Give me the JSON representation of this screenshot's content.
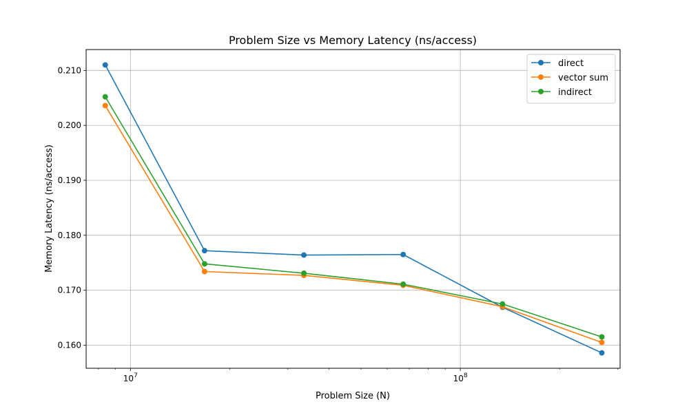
{
  "chart_data": {
    "type": "line",
    "title": "Problem Size vs Memory Latency (ns/access)",
    "xlabel": "Problem Size (N)",
    "ylabel": "Memory Latency (ns/access)",
    "x_scale": "log",
    "xlim": [
      7340000,
      305000000
    ],
    "ylim": [
      0.1558,
      0.2138
    ],
    "x_ticks": [
      {
        "value": 10000000,
        "base": "10",
        "exp": "7"
      },
      {
        "value": 100000000,
        "base": "10",
        "exp": "8"
      }
    ],
    "y_ticks": [
      {
        "value": 0.16,
        "label": "0.160"
      },
      {
        "value": 0.17,
        "label": "0.170"
      },
      {
        "value": 0.18,
        "label": "0.180"
      },
      {
        "value": 0.19,
        "label": "0.190"
      },
      {
        "value": 0.2,
        "label": "0.200"
      },
      {
        "value": 0.21,
        "label": "0.210"
      }
    ],
    "grid": true,
    "legend_position": "top-right",
    "x": [
      8388608,
      16777216,
      33554432,
      67108864,
      134217728,
      268435456
    ],
    "series": [
      {
        "name": "direct",
        "color": "#1f77b4",
        "values": [
          0.211,
          0.1772,
          0.1764,
          0.1765,
          0.1669,
          0.1586
        ]
      },
      {
        "name": "vector sum",
        "color": "#ff7f0e",
        "values": [
          0.2036,
          0.1734,
          0.1727,
          0.1709,
          0.167,
          0.1605
        ]
      },
      {
        "name": "indirect",
        "color": "#2ca02c",
        "values": [
          0.2052,
          0.1748,
          0.1731,
          0.1711,
          0.1675,
          0.1615
        ]
      }
    ]
  }
}
